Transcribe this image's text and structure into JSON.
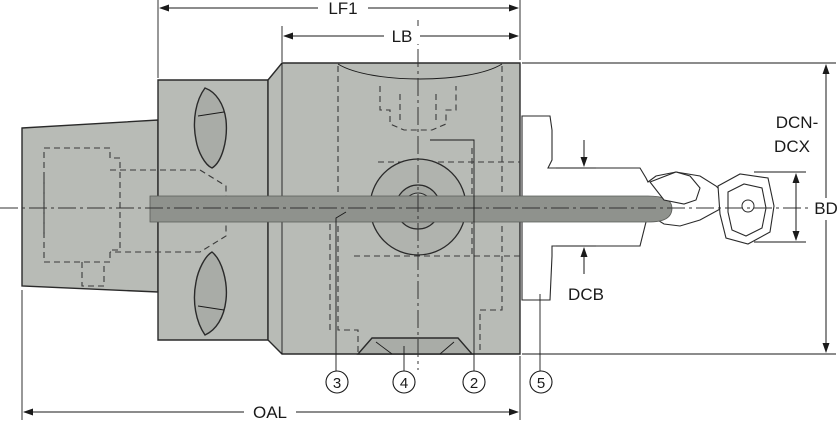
{
  "dimensions": {
    "lf1": "LF1",
    "lb": "LB",
    "dcn_dcx_line1": "DCN-",
    "dcn_dcx_line2": "DCX",
    "bd": "BD",
    "dcb": "DCB",
    "oal": "OAL"
  },
  "callouts": [
    "3",
    "4",
    "2",
    "5"
  ],
  "colors": {
    "body": "#b8bbb6",
    "bar": "#8f928d",
    "line": "#1a1a1a"
  }
}
